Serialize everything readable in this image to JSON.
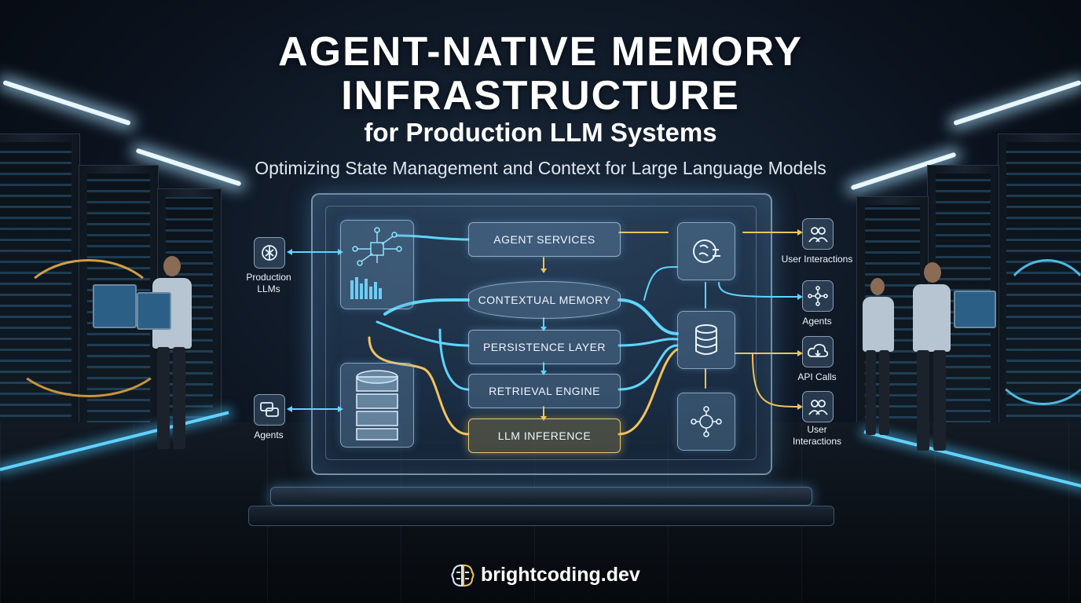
{
  "title": {
    "line1": "AGENT-NATIVE MEMORY",
    "line2": "INFRASTRUCTURE",
    "line3": "for Production LLM Systems",
    "subtitle": "Optimizing State Management and Context for Large Language Models"
  },
  "diagram": {
    "blocks": {
      "agent_services": "AGENT SERVICES",
      "contextual_memory": "CONTEXTUAL MEMORY",
      "persistence_layer": "PERSISTENCE LAYER",
      "retrieval_engine": "RETRIEVAL ENGINE",
      "llm_inference": "LLM INFERENCE"
    },
    "left": {
      "production_llms": "Production LLMs",
      "agents": "Agents"
    },
    "right": {
      "user_interactions_1": "User Interactions",
      "agents": "Agents",
      "api_calls": "API Calls",
      "user_interactions_2": "User Interactions"
    },
    "icons": {
      "production_llms": "openai-icon",
      "agents_left": "chat-icon",
      "processor": "chip-network-icon",
      "database_left": "database-stack-icon",
      "brain": "brain-icon",
      "database_right": "database-icon",
      "network_node": "neural-node-icon",
      "user_interactions_1": "users-icon",
      "agents_right": "network-icon",
      "api_calls": "cloud-icon",
      "user_interactions_2": "users-icon"
    },
    "colors": {
      "cyan": "#5ed6ff",
      "yellow": "#f2c35a"
    }
  },
  "footer": {
    "brand": "brightcoding.dev",
    "logo_icon": "brain-circuit-icon"
  }
}
